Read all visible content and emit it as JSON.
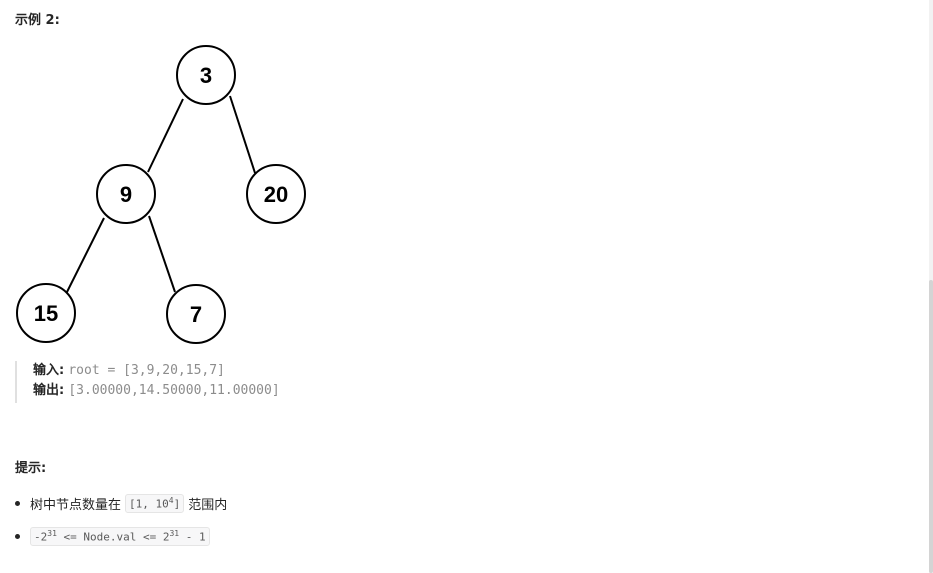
{
  "example": {
    "title": "示例 2:",
    "tree_nodes": [
      "3",
      "9",
      "20",
      "15",
      "7"
    ],
    "input_label": "输入:",
    "input_value": "root = [3,9,20,15,7]",
    "output_label": "输出:",
    "output_value": "[3.00000,14.50000,11.00000]"
  },
  "constraints": {
    "title": "提示:",
    "item1": {
      "prefix": "树中节点数量在",
      "code_start": "[1, 10",
      "code_sup": "4",
      "code_end": "]",
      "suffix": "范围内"
    },
    "item2": {
      "code_a": "-2",
      "sup_a": "31",
      "code_b": " <= Node.val <= 2",
      "sup_b": "31",
      "code_c": " - 1"
    }
  }
}
